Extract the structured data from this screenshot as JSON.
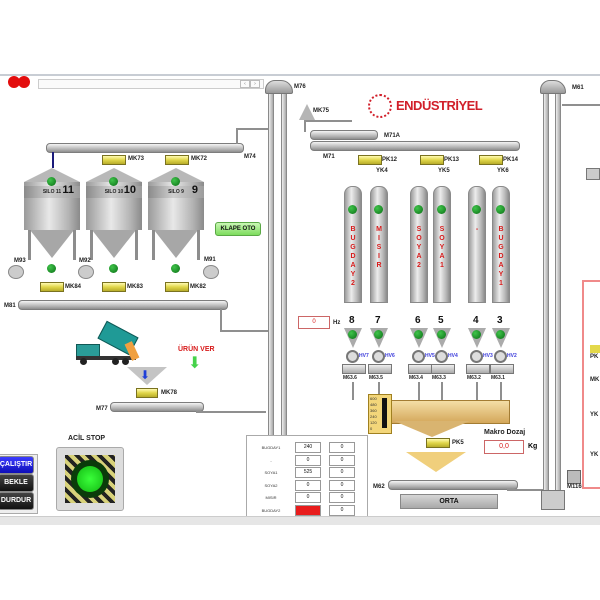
{
  "window": {
    "status_lights": [
      "red",
      "red"
    ],
    "brand": "ENDÜSTRİYEL",
    "colors": {
      "brand": "#d11f2a",
      "alarm": "#e11",
      "ok_green": "#2bd12b",
      "valve_yellow": "#e3d84a",
      "button_blue": "#1414c8"
    }
  },
  "silos": [
    {
      "number": "11",
      "name": "SILO 11",
      "motor": "M93",
      "top_valve": "",
      "bottom_valve": "MK84"
    },
    {
      "number": "10",
      "name": "SILO 10",
      "motor": "M92",
      "top_valve": "MK73",
      "bottom_valve": "MK83"
    },
    {
      "number": "9",
      "name": "SILO 9",
      "motor": "M91",
      "top_valve": "MK72",
      "bottom_valve": "MK82"
    }
  ],
  "labels": {
    "m74": "M74",
    "m76": "M76",
    "mk75": "MK75",
    "m71a": "M71A",
    "m71": "M71",
    "m81": "M81",
    "m77": "M77",
    "mk78": "MK78",
    "m61": "M61",
    "m62": "M62",
    "pk5": "PK5",
    "m116": "M116",
    "hz": "Hz",
    "kg": "Kg"
  },
  "klape_button": "KLAPE OTO",
  "urun_ver": "ÜRÜN VER",
  "feed_valves": [
    {
      "pk": "PK12",
      "yk": "YK4"
    },
    {
      "pk": "PK13",
      "yk": "YK5"
    },
    {
      "pk": "PK14",
      "yk": "YK6"
    }
  ],
  "bins": [
    {
      "number": "8",
      "name": "BUGDAY2",
      "hv": "HV7",
      "screw": "M63.6"
    },
    {
      "number": "7",
      "name": "MISIR",
      "hv": "HV6",
      "screw": "M63.5"
    },
    {
      "number": "6",
      "name": "SOYA2",
      "hv": "HV5",
      "screw": "M63.4"
    },
    {
      "number": "5",
      "name": "SOYA1",
      "hv": "HV4",
      "screw": "M63.3"
    },
    {
      "number": "4",
      "name": "-",
      "hv": "HV3",
      "screw": "M63.2"
    },
    {
      "number": "3",
      "name": "BUGDAY1",
      "hv": "HV2",
      "screw": "M63.1"
    }
  ],
  "hz_value": "0",
  "makro_dozaj": {
    "label": "Makro Dozaj",
    "value": "0,0",
    "unit": "Kg"
  },
  "scale_ticks": [
    "600",
    "480",
    "360",
    "240",
    "120",
    "0"
  ],
  "orta_button": "ORTA",
  "acil_stop": "ACİL STOP",
  "side_buttons": [
    "ÇALIŞTIR",
    "BEKLE",
    "DURDUR"
  ],
  "recipe_table": [
    {
      "name": "BUGDAY1",
      "target": "240",
      "actual": "0",
      "alarm": false
    },
    {
      "name": "-",
      "target": "0",
      "actual": "0",
      "alarm": false
    },
    {
      "name": "SOYA1",
      "target": "525",
      "actual": "0",
      "alarm": false
    },
    {
      "name": "SOYA2",
      "target": "0",
      "actual": "0",
      "alarm": false
    },
    {
      "name": "MISIR",
      "target": "0",
      "actual": "0",
      "alarm": false
    },
    {
      "name": "BUGDAY2",
      "target": "0",
      "actual": "0",
      "alarm": true
    }
  ],
  "right_labels": {
    "pk": "PK",
    "mk": "MK",
    "yk1": "YK",
    "yk2": "YK"
  }
}
